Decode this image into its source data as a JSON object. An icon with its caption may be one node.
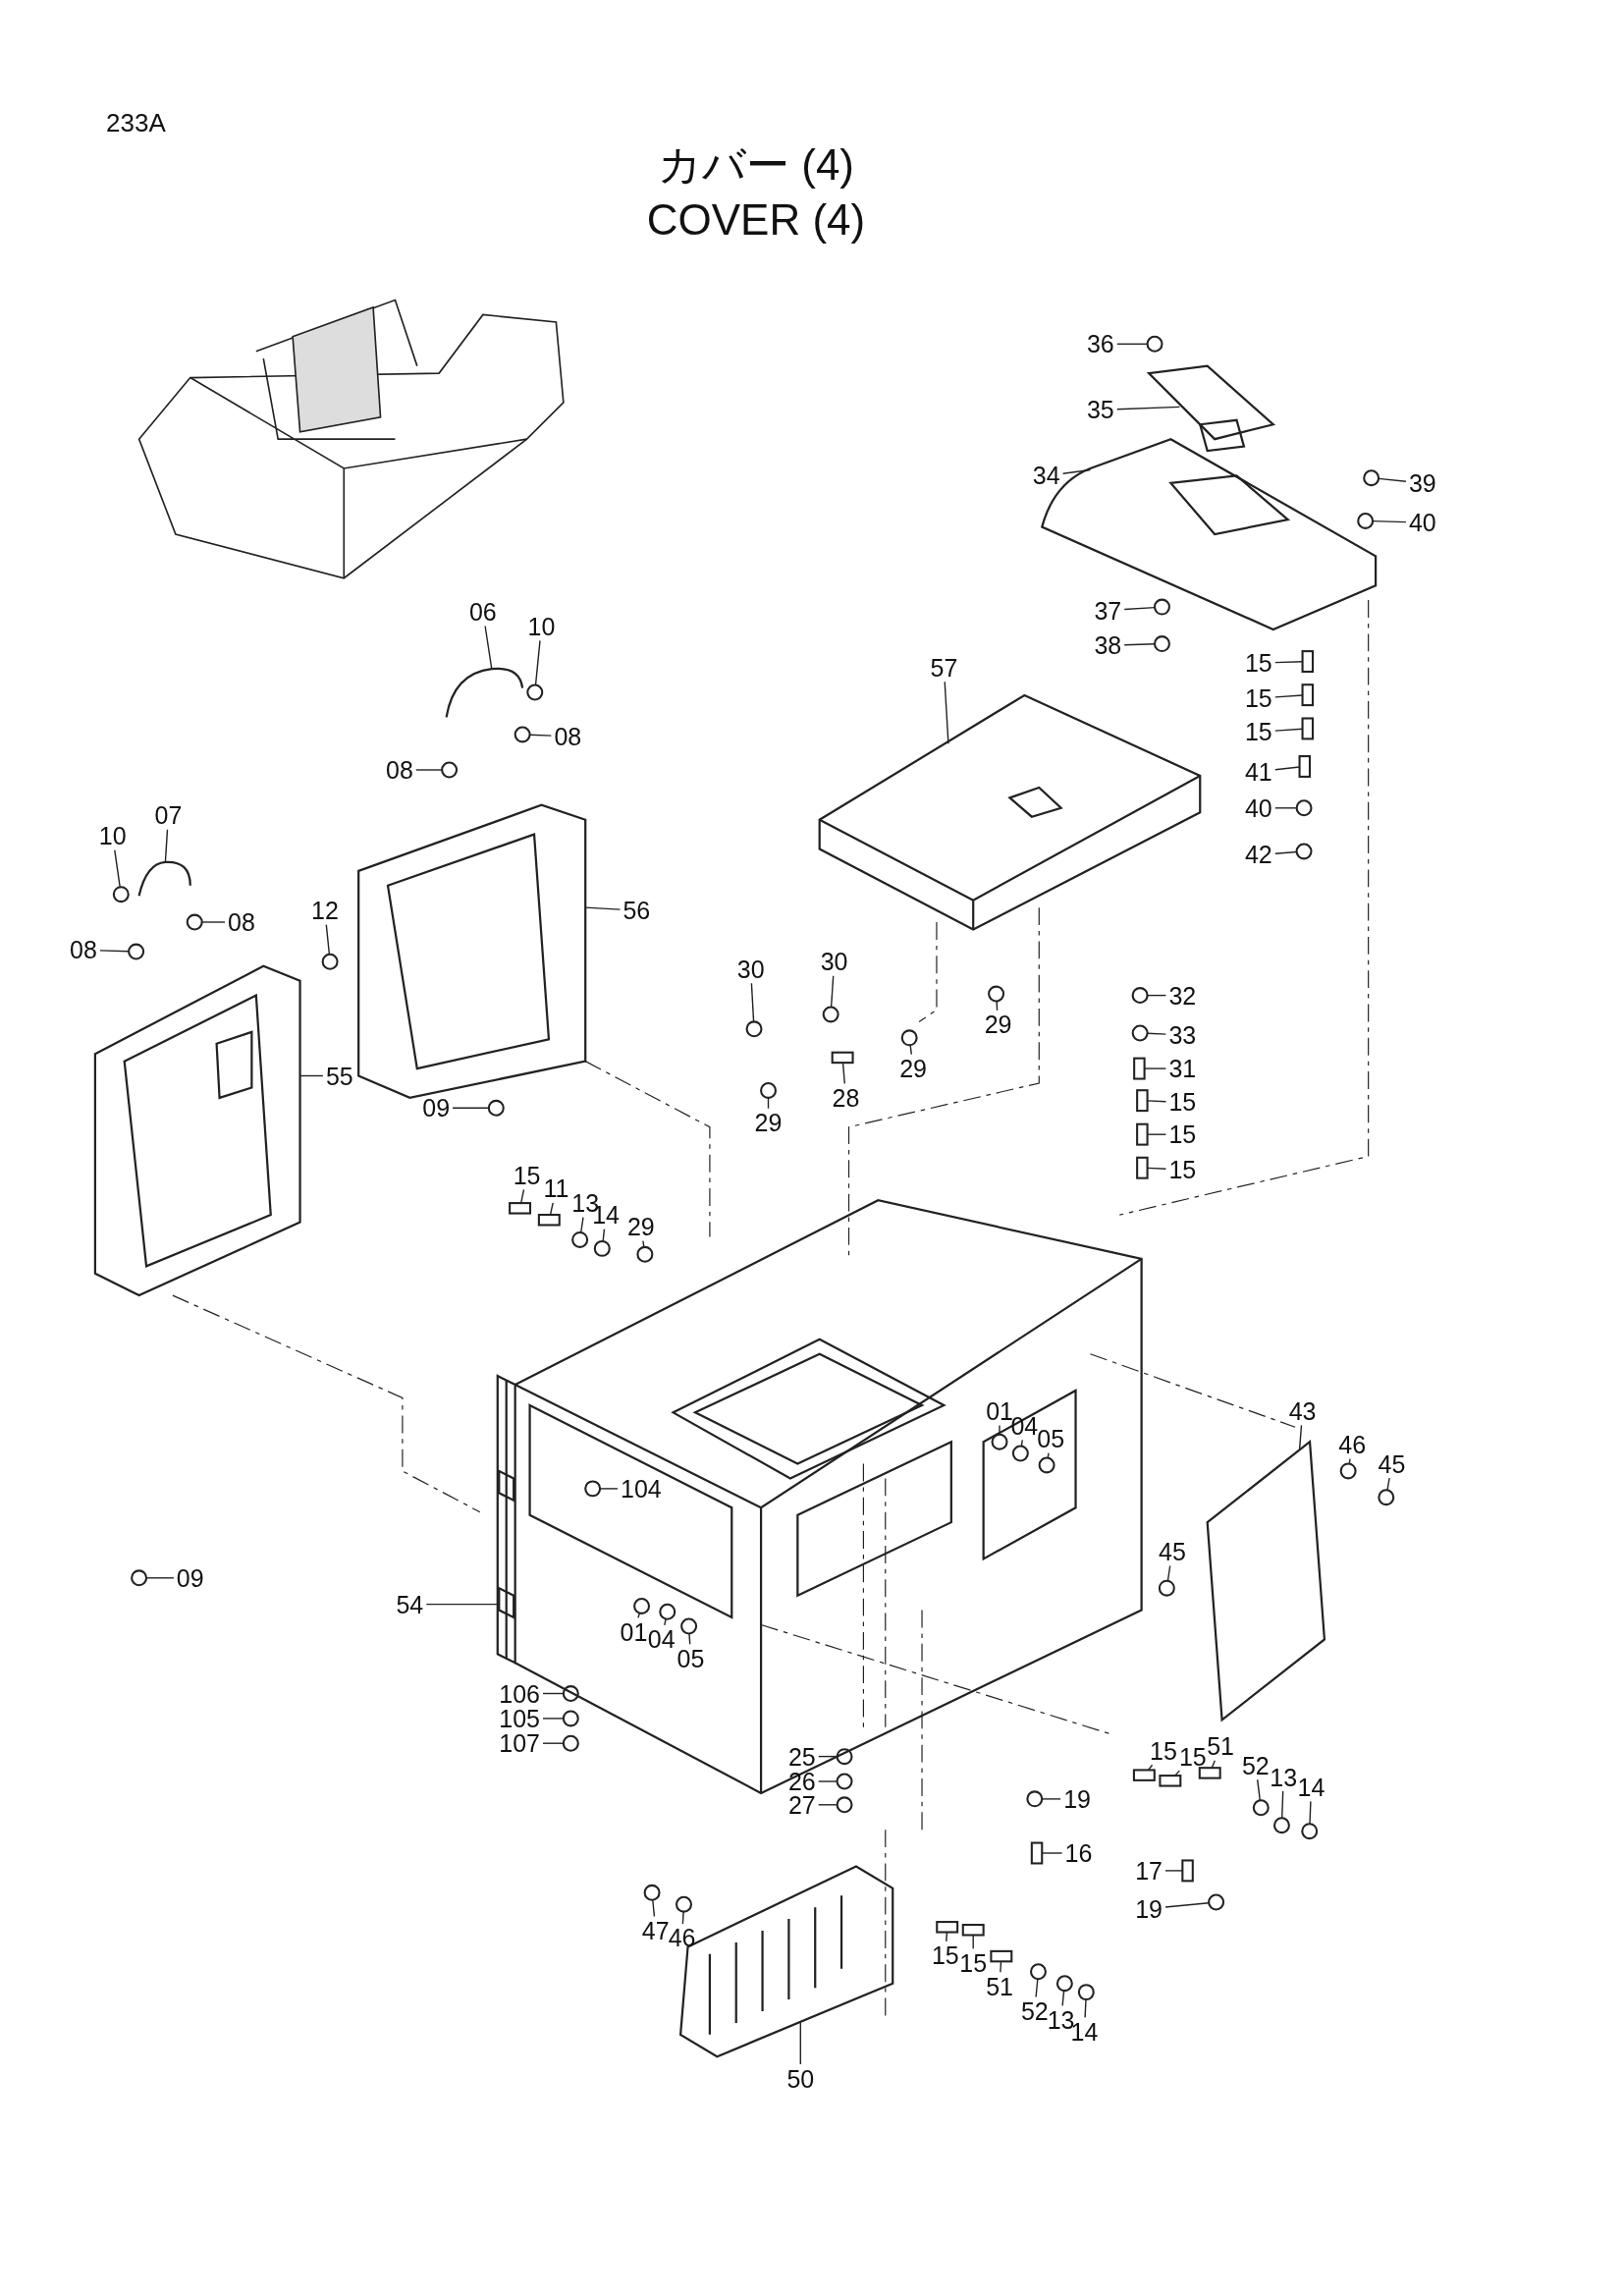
{
  "diagram": {
    "title": "カバー (4) COVER (4)",
    "labels": [
      "233A"
    ],
    "nodes": [
      {
        "text": [
          "36"
        ]
      },
      {
        "text": [
          "35"
        ]
      },
      {
        "text": [
          "34"
        ]
      },
      {
        "text": [
          "39"
        ]
      },
      {
        "text": [
          "40"
        ]
      },
      {
        "text": [
          "37"
        ]
      },
      {
        "text": [
          "38"
        ]
      },
      {
        "text": [
          "15"
        ]
      },
      {
        "text": [
          "15"
        ]
      },
      {
        "text": [
          "15"
        ]
      },
      {
        "text": [
          "41"
        ]
      },
      {
        "text": [
          "40"
        ]
      },
      {
        "text": [
          "42"
        ]
      },
      {
        "text": [
          "57"
        ]
      },
      {
        "text": [
          "06"
        ]
      },
      {
        "text": [
          "10"
        ]
      },
      {
        "text": [
          "08"
        ]
      },
      {
        "text": [
          "08"
        ]
      },
      {
        "text": [
          "56"
        ]
      },
      {
        "text": [
          "07"
        ]
      },
      {
        "text": [
          "10"
        ]
      },
      {
        "text": [
          "08"
        ]
      },
      {
        "text": [
          "08"
        ]
      },
      {
        "text": [
          "12"
        ]
      },
      {
        "text": [
          "55"
        ]
      },
      {
        "text": [
          "09"
        ]
      },
      {
        "text": [
          "09"
        ]
      },
      {
        "text": [
          "30"
        ]
      },
      {
        "text": [
          "30"
        ]
      },
      {
        "text": [
          "28"
        ]
      },
      {
        "text": [
          "29"
        ]
      },
      {
        "text": [
          "29"
        ]
      },
      {
        "text": [
          "29"
        ]
      },
      {
        "text": [
          "32"
        ]
      },
      {
        "text": [
          "33"
        ]
      },
      {
        "text": [
          "31"
        ]
      },
      {
        "text": [
          "15"
        ]
      },
      {
        "text": [
          "15"
        ]
      },
      {
        "text": [
          "15"
        ]
      },
      {
        "text": [
          "15"
        ]
      },
      {
        "text": [
          "11"
        ]
      },
      {
        "text": [
          "13"
        ]
      },
      {
        "text": [
          "14"
        ]
      },
      {
        "text": [
          "29"
        ]
      },
      {
        "text": [
          "01"
        ]
      },
      {
        "text": [
          "04"
        ]
      },
      {
        "text": [
          "05"
        ]
      },
      {
        "text": [
          "43"
        ]
      },
      {
        "text": [
          "46"
        ]
      },
      {
        "text": [
          "45"
        ]
      },
      {
        "text": [
          "104"
        ]
      },
      {
        "text": [
          "45"
        ]
      },
      {
        "text": [
          "54"
        ]
      },
      {
        "text": [
          "01"
        ]
      },
      {
        "text": [
          "04"
        ]
      },
      {
        "text": [
          "05"
        ]
      },
      {
        "text": [
          "106"
        ]
      },
      {
        "text": [
          "105"
        ]
      },
      {
        "text": [
          "107"
        ]
      },
      {
        "text": [
          "25"
        ]
      },
      {
        "text": [
          "26"
        ]
      },
      {
        "text": [
          "27"
        ]
      },
      {
        "text": [
          "15"
        ]
      },
      {
        "text": [
          "15"
        ]
      },
      {
        "text": [
          "51"
        ]
      },
      {
        "text": [
          "52"
        ]
      },
      {
        "text": [
          "13"
        ]
      },
      {
        "text": [
          "14"
        ]
      },
      {
        "text": [
          "19"
        ]
      },
      {
        "text": [
          "16"
        ]
      },
      {
        "text": [
          "17"
        ]
      },
      {
        "text": [
          "19"
        ]
      },
      {
        "text": [
          "47"
        ]
      },
      {
        "text": [
          "46"
        ]
      },
      {
        "text": [
          "15"
        ]
      },
      {
        "text": [
          "15"
        ]
      },
      {
        "text": [
          "51"
        ]
      },
      {
        "text": [
          "52"
        ]
      },
      {
        "text": [
          "13"
        ]
      },
      {
        "text": [
          "14"
        ]
      },
      {
        "text": [
          "50"
        ]
      },
      {
        "text": [],
        "shape": "circle"
      },
      {
        "text": [],
        "shape": "picture"
      },
      {
        "text": [],
        "shape": "picture"
      },
      {
        "text": [],
        "shape": "circle"
      },
      {
        "text": [],
        "shape": "circle"
      },
      {
        "text": [],
        "shape": "circle"
      },
      {
        "text": [],
        "shape": "circle"
      },
      {
        "text": [],
        "shape": "box"
      },
      {
        "text": [],
        "shape": "box"
      },
      {
        "text": [],
        "shape": "box"
      },
      {
        "text": [],
        "shape": "box"
      },
      {
        "text": [],
        "shape": "circle"
      },
      {
        "text": [],
        "shape": "circle"
      },
      {
        "text": [],
        "shape": "picture"
      },
      {
        "text": [],
        "shape": "picture"
      },
      {
        "text": [],
        "shape": "circle"
      },
      {
        "text": [],
        "shape": "circle"
      },
      {
        "text": [],
        "shape": "circle"
      },
      {
        "text": [],
        "shape": "picture"
      },
      {
        "text": [],
        "shape": "picture"
      },
      {
        "text": [],
        "shape": "circle"
      },
      {
        "text": [],
        "shape": "circle"
      },
      {
        "text": [],
        "shape": "circle"
      },
      {
        "text": [],
        "shape": "circle"
      },
      {
        "text": [],
        "shape": "picture"
      },
      {
        "text": [],
        "shape": "circle"
      },
      {
        "text": [],
        "shape": "circle"
      },
      {
        "text": [],
        "shape": "circle"
      },
      {
        "text": [],
        "shape": "circle"
      },
      {
        "text": [],
        "shape": "box"
      },
      {
        "text": [],
        "shape": "circle"
      },
      {
        "text": [],
        "shape": "circle"
      },
      {
        "text": [],
        "shape": "circle"
      },
      {
        "text": [],
        "shape": "circle"
      },
      {
        "text": [],
        "shape": "circle"
      },
      {
        "text": [],
        "shape": "box"
      },
      {
        "text": [],
        "shape": "box"
      },
      {
        "text": [],
        "shape": "box"
      },
      {
        "text": [],
        "shape": "box"
      },
      {
        "text": [],
        "shape": "box"
      },
      {
        "text": [],
        "shape": "box"
      },
      {
        "text": [],
        "shape": "circle"
      },
      {
        "text": [],
        "shape": "circle"
      },
      {
        "text": [],
        "shape": "circle"
      },
      {
        "text": [],
        "shape": "circle"
      },
      {
        "text": [],
        "shape": "circle"
      },
      {
        "text": [],
        "shape": "circle"
      },
      {
        "text": [],
        "shape": "picture"
      },
      {
        "text": [],
        "shape": "circle"
      },
      {
        "text": [],
        "shape": "circle"
      },
      {
        "text": [],
        "shape": "circle"
      },
      {
        "text": [],
        "shape": "circle"
      },
      {
        "text": [],
        "shape": "picture"
      },
      {
        "text": [],
        "shape": "circle"
      },
      {
        "text": [],
        "shape": "circle"
      },
      {
        "text": [],
        "shape": "circle"
      },
      {
        "text": [],
        "shape": "circle"
      },
      {
        "text": [],
        "shape": "circle"
      },
      {
        "text": [],
        "shape": "circle"
      },
      {
        "text": [],
        "shape": "circle"
      },
      {
        "text": [],
        "shape": "circle"
      },
      {
        "text": [],
        "shape": "circle"
      },
      {
        "text": [],
        "shape": "box"
      },
      {
        "text": [],
        "shape": "box"
      },
      {
        "text": [],
        "shape": "box"
      },
      {
        "text": [],
        "shape": "circle"
      },
      {
        "text": [],
        "shape": "circle"
      },
      {
        "text": [],
        "shape": "circle"
      },
      {
        "text": [],
        "shape": "circle"
      },
      {
        "text": [],
        "shape": "box"
      },
      {
        "text": [],
        "shape": "box"
      },
      {
        "text": [],
        "shape": "circle"
      },
      {
        "text": [],
        "shape": "circle"
      },
      {
        "text": [],
        "shape": "circle"
      },
      {
        "text": [],
        "shape": "box"
      },
      {
        "text": [],
        "shape": "box"
      },
      {
        "text": [],
        "shape": "box"
      },
      {
        "text": [],
        "shape": "circle"
      },
      {
        "text": [],
        "shape": "circle"
      },
      {
        "text": [],
        "shape": "circle"
      },
      {
        "text": [],
        "shape": "picture"
      }
    ],
    "edges": [
      {
        "from": 0,
        "to": 81,
        "arrow": "none"
      },
      {
        "from": 1,
        "to": 82,
        "arrow": "none"
      },
      {
        "from": 2,
        "to": 83,
        "arrow": "none"
      },
      {
        "from": 3,
        "to": 84,
        "arrow": "none"
      },
      {
        "from": 4,
        "to": 85,
        "arrow": "none"
      },
      {
        "from": 5,
        "to": 86,
        "arrow": "none"
      },
      {
        "from": 6,
        "to": 87,
        "arrow": "none"
      },
      {
        "from": 7,
        "to": 88,
        "arrow": "none"
      },
      {
        "from": 8,
        "to": 89,
        "arrow": "none"
      },
      {
        "from": 9,
        "to": 90,
        "arrow": "none"
      },
      {
        "from": 10,
        "to": 91,
        "arrow": "none"
      },
      {
        "from": 11,
        "to": 92,
        "arrow": "none"
      },
      {
        "from": 12,
        "to": 93,
        "arrow": "none"
      },
      {
        "from": 13,
        "to": 94,
        "arrow": "none"
      },
      {
        "from": 14,
        "to": 95,
        "arrow": "none"
      },
      {
        "from": 15,
        "to": 96,
        "arrow": "none"
      },
      {
        "from": 16,
        "to": 97,
        "arrow": "none"
      },
      {
        "from": 17,
        "to": 98,
        "arrow": "none"
      },
      {
        "from": 18,
        "to": 99,
        "arrow": "none"
      },
      {
        "from": 19,
        "to": 100,
        "arrow": "none"
      },
      {
        "from": 20,
        "to": 101,
        "arrow": "none"
      },
      {
        "from": 21,
        "to": 102,
        "arrow": "none"
      },
      {
        "from": 22,
        "to": 103,
        "arrow": "none"
      },
      {
        "from": 23,
        "to": 104,
        "arrow": "none"
      },
      {
        "from": 24,
        "to": 105,
        "arrow": "none"
      },
      {
        "from": 25,
        "to": 106,
        "arrow": "none"
      },
      {
        "from": 26,
        "to": 107,
        "arrow": "none"
      },
      {
        "from": 27,
        "to": 108,
        "arrow": "none"
      },
      {
        "from": 28,
        "to": 109,
        "arrow": "none"
      },
      {
        "from": 29,
        "to": 110,
        "arrow": "none"
      },
      {
        "from": 30,
        "to": 111,
        "arrow": "none"
      },
      {
        "from": 31,
        "to": 112,
        "arrow": "none"
      },
      {
        "from": 32,
        "to": 113,
        "arrow": "none"
      },
      {
        "from": 33,
        "to": 114,
        "arrow": "none"
      },
      {
        "from": 34,
        "to": 115,
        "arrow": "none"
      },
      {
        "from": 35,
        "to": 116,
        "arrow": "none"
      },
      {
        "from": 36,
        "to": 117,
        "arrow": "none"
      },
      {
        "from": 37,
        "to": 118,
        "arrow": "none"
      },
      {
        "from": 38,
        "to": 119,
        "arrow": "none"
      },
      {
        "from": 39,
        "to": 120,
        "arrow": "none"
      },
      {
        "from": 40,
        "to": 121,
        "arrow": "none"
      },
      {
        "from": 41,
        "to": 122,
        "arrow": "none"
      },
      {
        "from": 42,
        "to": 123,
        "arrow": "none"
      },
      {
        "from": 43,
        "to": 124,
        "arrow": "none"
      },
      {
        "from": 44,
        "to": 125,
        "arrow": "none"
      },
      {
        "from": 45,
        "to": 126,
        "arrow": "none"
      },
      {
        "from": 46,
        "to": 127,
        "arrow": "none"
      },
      {
        "from": 47,
        "to": 128,
        "arrow": "none"
      },
      {
        "from": 48,
        "to": 129,
        "arrow": "none"
      },
      {
        "from": 49,
        "to": 130,
        "arrow": "none"
      },
      {
        "from": 50,
        "to": 131,
        "arrow": "none"
      },
      {
        "from": 51,
        "to": 132,
        "arrow": "none"
      },
      {
        "from": 52,
        "to": 133,
        "arrow": "none"
      },
      {
        "from": 53,
        "to": 134,
        "arrow": "none"
      },
      {
        "from": 54,
        "to": 135,
        "arrow": "none"
      },
      {
        "from": 55,
        "to": 136,
        "arrow": "none"
      },
      {
        "from": 56,
        "to": 137,
        "arrow": "none"
      },
      {
        "from": 57,
        "to": 138,
        "arrow": "none"
      },
      {
        "from": 58,
        "to": 139,
        "arrow": "none"
      },
      {
        "from": 59,
        "to": 140,
        "arrow": "none"
      },
      {
        "from": 60,
        "to": 141,
        "arrow": "none"
      },
      {
        "from": 61,
        "to": 142,
        "arrow": "none"
      },
      {
        "from": 62,
        "to": 143,
        "arrow": "none"
      },
      {
        "from": 63,
        "to": 144,
        "arrow": "none"
      },
      {
        "from": 64,
        "to": 145,
        "arrow": "none"
      },
      {
        "from": 65,
        "to": 146,
        "arrow": "none"
      },
      {
        "from": 66,
        "to": 147,
        "arrow": "none"
      },
      {
        "from": 67,
        "to": 148,
        "arrow": "none"
      },
      {
        "from": 68,
        "to": 149,
        "arrow": "none"
      },
      {
        "from": 69,
        "to": 150,
        "arrow": "none"
      },
      {
        "from": 70,
        "to": 151,
        "arrow": "none"
      },
      {
        "from": 71,
        "to": 152,
        "arrow": "none"
      },
      {
        "from": 72,
        "to": 153,
        "arrow": "none"
      },
      {
        "from": 73,
        "to": 154,
        "arrow": "none"
      },
      {
        "from": 74,
        "to": 155,
        "arrow": "none"
      },
      {
        "from": 75,
        "to": 156,
        "arrow": "none"
      },
      {
        "from": 76,
        "to": 157,
        "arrow": "none"
      },
      {
        "from": 77,
        "to": 158,
        "arrow": "none"
      },
      {
        "from": 78,
        "to": 159,
        "arrow": "none"
      },
      {
        "from": 79,
        "to": 160,
        "arrow": "none"
      },
      {
        "from": 80,
        "to": 161,
        "arrow": "none"
      }
    ]
  }
}
